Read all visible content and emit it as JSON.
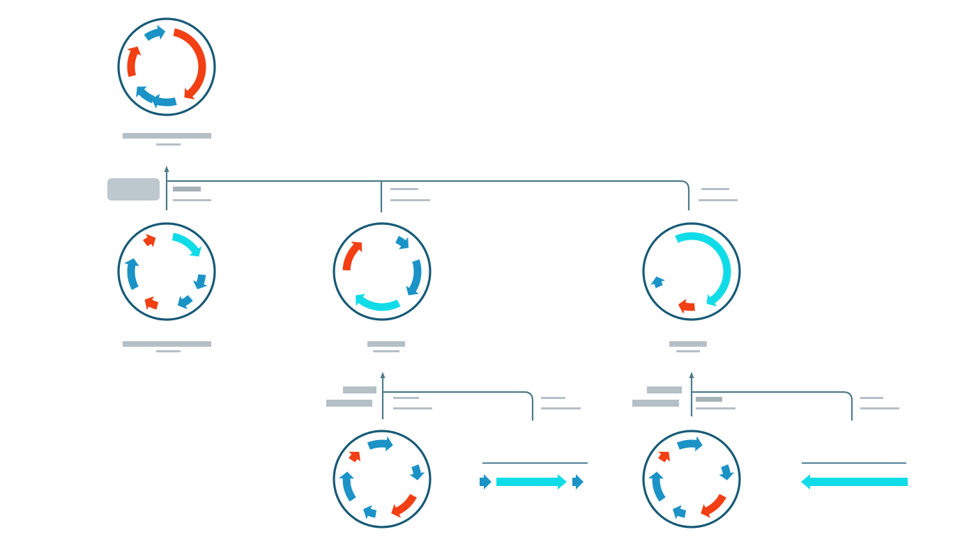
{
  "colors": {
    "ring": "#175a76",
    "connector": "#4c7a87",
    "blue": "#1b93c6",
    "red": "#f23f13",
    "cyan": "#10dce8",
    "placeholder": "#b4bfc6",
    "box": "#bcc7ce"
  },
  "icons": [
    "circular-plasmid-icon",
    "linear-fragment-icon",
    "arrow-up-icon"
  ],
  "diagram": {
    "type": "plasmid-cloning-tree",
    "nodes": [
      {
        "id": "parent-plasmid",
        "kind": "circular",
        "features": [
          "blue",
          "blue",
          "red",
          "blue",
          "blue",
          "red",
          "blue"
        ]
      },
      {
        "id": "derived-plasmid-1",
        "kind": "circular",
        "features": [
          "red",
          "cyan",
          "blue",
          "blue",
          "blue",
          "red"
        ]
      },
      {
        "id": "derived-plasmid-2",
        "kind": "circular",
        "features": [
          "red",
          "blue",
          "blue",
          "cyan"
        ]
      },
      {
        "id": "derived-plasmid-3",
        "kind": "circular",
        "features": [
          "blue",
          "cyan",
          "red"
        ]
      },
      {
        "id": "product-plasmid-1",
        "kind": "circular",
        "features": [
          "red",
          "blue",
          "blue",
          "red",
          "blue",
          "blue"
        ]
      },
      {
        "id": "insert-fragment-1",
        "kind": "linear",
        "features": [
          "blue",
          "cyan",
          "blue"
        ]
      },
      {
        "id": "product-plasmid-2",
        "kind": "circular",
        "features": [
          "red",
          "blue",
          "blue",
          "red",
          "blue",
          "blue"
        ]
      },
      {
        "id": "insert-fragment-2",
        "kind": "linear",
        "features": [
          "cyan"
        ]
      }
    ],
    "edges": [
      {
        "from": "derived-plasmid-1",
        "to": "parent-plasmid"
      },
      {
        "from": "derived-plasmid-2",
        "to": "parent-plasmid"
      },
      {
        "from": "derived-plasmid-3",
        "to": "parent-plasmid"
      },
      {
        "from": "product-plasmid-1",
        "to": "derived-plasmid-2"
      },
      {
        "from": "insert-fragment-1",
        "to": "derived-plasmid-2"
      },
      {
        "from": "product-plasmid-2",
        "to": "derived-plasmid-3"
      },
      {
        "from": "insert-fragment-2",
        "to": "derived-plasmid-3"
      }
    ]
  }
}
